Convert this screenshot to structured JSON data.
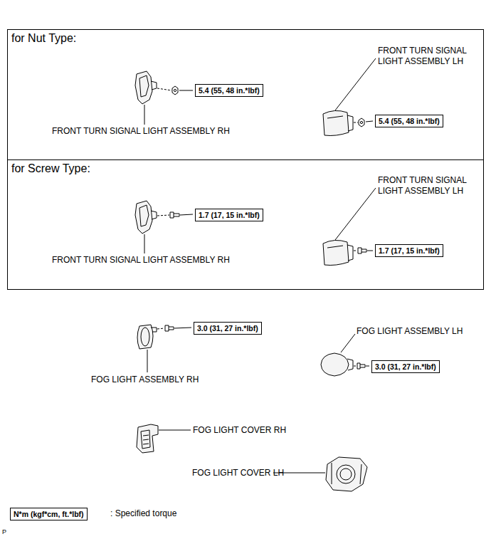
{
  "diagram": {
    "nodes": [
      {
        "text": [
          "for Nut Type:"
        ]
      },
      {
        "text": [
          "5.4 (55, 48 in.*lbf)"
        ],
        "in": 0
      },
      {
        "text": [
          "5.4 (55, 48 in.*lbf)"
        ],
        "in": 0
      },
      {
        "text": [
          "for Screw Type:"
        ]
      },
      {
        "text": [
          "1.7 (17, 15 in.*lbf)"
        ],
        "in": 3
      },
      {
        "text": [
          "1.7 (17, 15 in.*lbf)"
        ],
        "in": 3
      },
      {
        "text": [
          "3.0 (31, 27 in.*lbf)"
        ]
      },
      {
        "text": [
          "3.0 (31, 27 in.*lbf)"
        ]
      },
      {
        "text": [
          "N*m (kgf*cm, ft.*lbf)"
        ]
      }
    ],
    "labels": [
      "FRONT TURN SIGNAL LIGHT ASSEMBLY LH",
      "FRONT TURN SIGNAL LIGHT ASSEMBLY RH",
      "FRONT TURN SIGNAL LIGHT ASSEMBLY LH",
      "FRONT TURN SIGNAL LIGHT ASSEMBLY RH",
      "FOG LIGHT ASSEMBLY LH",
      "FOG LIGHT ASSEMBLY RH",
      "FOG LIGHT COVER RH",
      "FOG LIGHT COVER LH",
      ": Specified torque",
      "P"
    ]
  }
}
